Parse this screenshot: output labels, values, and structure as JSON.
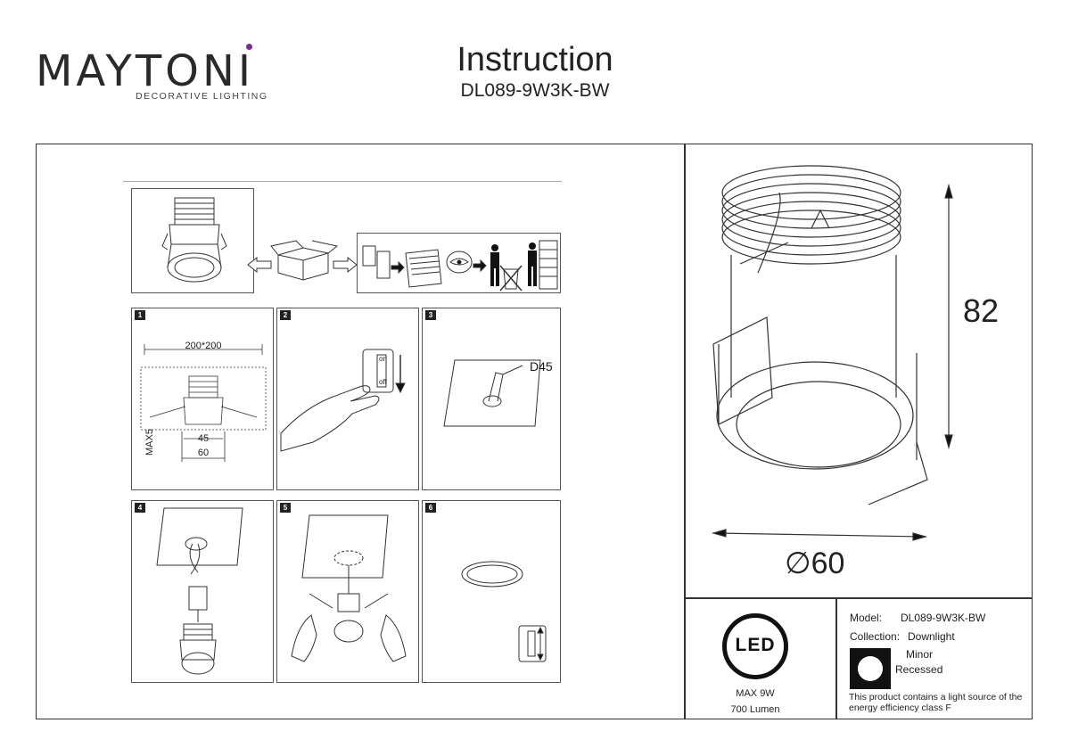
{
  "brand": {
    "name": "MAYTONI",
    "tagline": "DECORATIVE LIGHTING"
  },
  "header": {
    "title": "Instruction",
    "model_code": "DL089-9W3K-BW"
  },
  "steps": [
    {
      "number": "1",
      "dim_cutout": "200*200",
      "dim_max": "MAX5",
      "dim_hole": "45",
      "dim_diameter": "60"
    },
    {
      "number": "2",
      "switch_on": "on",
      "switch_off": "off"
    },
    {
      "number": "3",
      "drill_label": "D45"
    },
    {
      "number": "4"
    },
    {
      "number": "5"
    },
    {
      "number": "6"
    }
  ],
  "dimensions": {
    "height": "82",
    "diameter": "60",
    "diameter_symbol": "∅"
  },
  "led": {
    "label": "LED",
    "power": "MAX 9W",
    "lumen": "700 Lumen"
  },
  "specs": {
    "model_label": "Model:",
    "model_value": "DL089-9W3K-BW",
    "collection_label": "Collection:",
    "collection_value": "Downlight",
    "series": "Minor",
    "mount": "Recessed",
    "energy_note": "This product contains a light source of the energy efficiency class F"
  }
}
